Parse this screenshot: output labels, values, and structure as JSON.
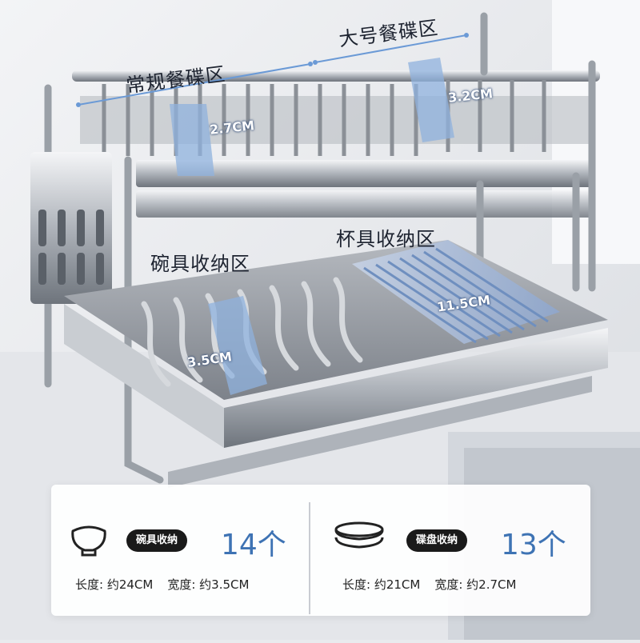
{
  "zones": {
    "regular_plate": "常规餐碟区",
    "large_plate": "大号餐碟区",
    "cup_storage": "杯具收纳区",
    "bowl_storage": "碗具收纳区"
  },
  "dimensions": {
    "regular_plate_gap": "2.7CM",
    "large_plate_gap": "3.2CM",
    "cup_gap": "11.5CM",
    "bowl_gap": "3.5CM"
  },
  "info": {
    "bowl": {
      "icon": "bowl-icon",
      "label": "碗具收纳",
      "count": "14个",
      "length": "长度: 约24CM",
      "width": "宽度: 约3.5CM"
    },
    "plate": {
      "icon": "plates-icon",
      "label": "碟盘收纳",
      "count": "13个",
      "length": "长度: 约21CM",
      "width": "宽度: 约2.7CM"
    }
  },
  "colors": {
    "accent_blue": "#3e73b4",
    "divider_blue": "#6b9ad6",
    "pill_bg": "#1a1a1a"
  }
}
